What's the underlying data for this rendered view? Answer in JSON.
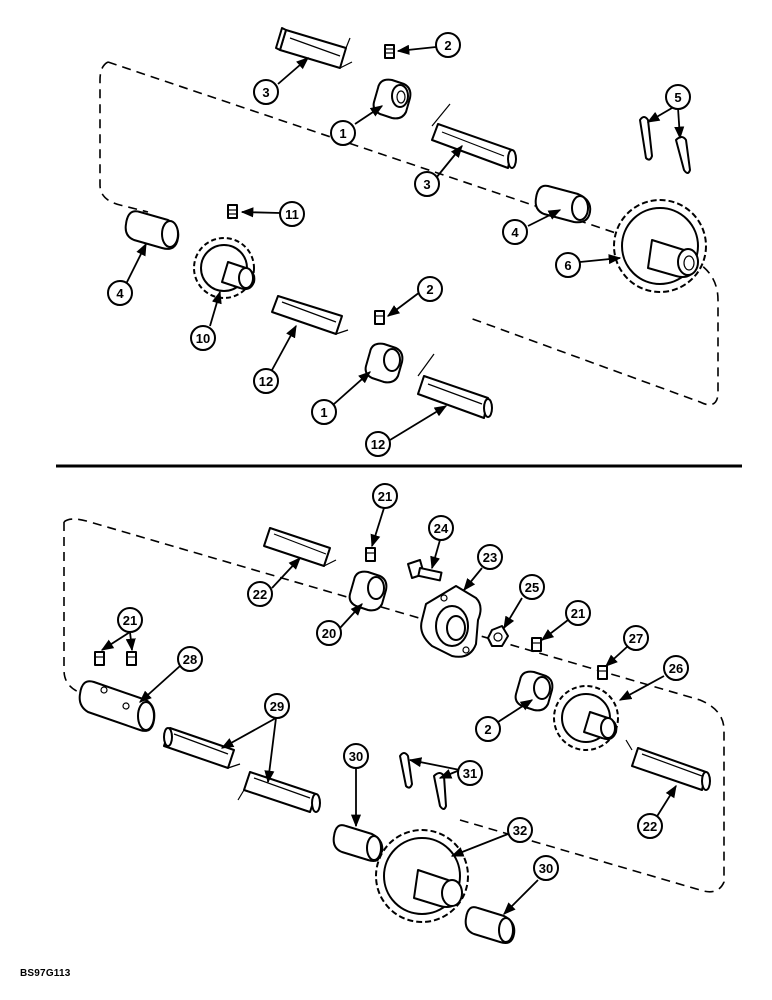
{
  "figure_code": "BS97G113",
  "callouts": {
    "a_2": "2",
    "a_3": "3",
    "a_5": "5",
    "a_1": "1",
    "a_3b": "3",
    "a_11": "11",
    "a_4": "4",
    "a_4b": "4",
    "a_6": "6",
    "a_2b": "2",
    "a_10": "10",
    "a_12": "12",
    "a_1b": "1",
    "a_12b": "12",
    "b_21": "21",
    "b_24": "24",
    "b_23": "23",
    "b_22": "22",
    "b_25": "25",
    "b_20": "20",
    "b_21b": "21",
    "b_21c": "21",
    "b_27": "27",
    "b_28": "28",
    "b_26": "26",
    "b_29": "29",
    "b_2": "2",
    "b_30": "30",
    "b_31": "31",
    "b_22b": "22",
    "b_32": "32",
    "b_30b": "30"
  }
}
